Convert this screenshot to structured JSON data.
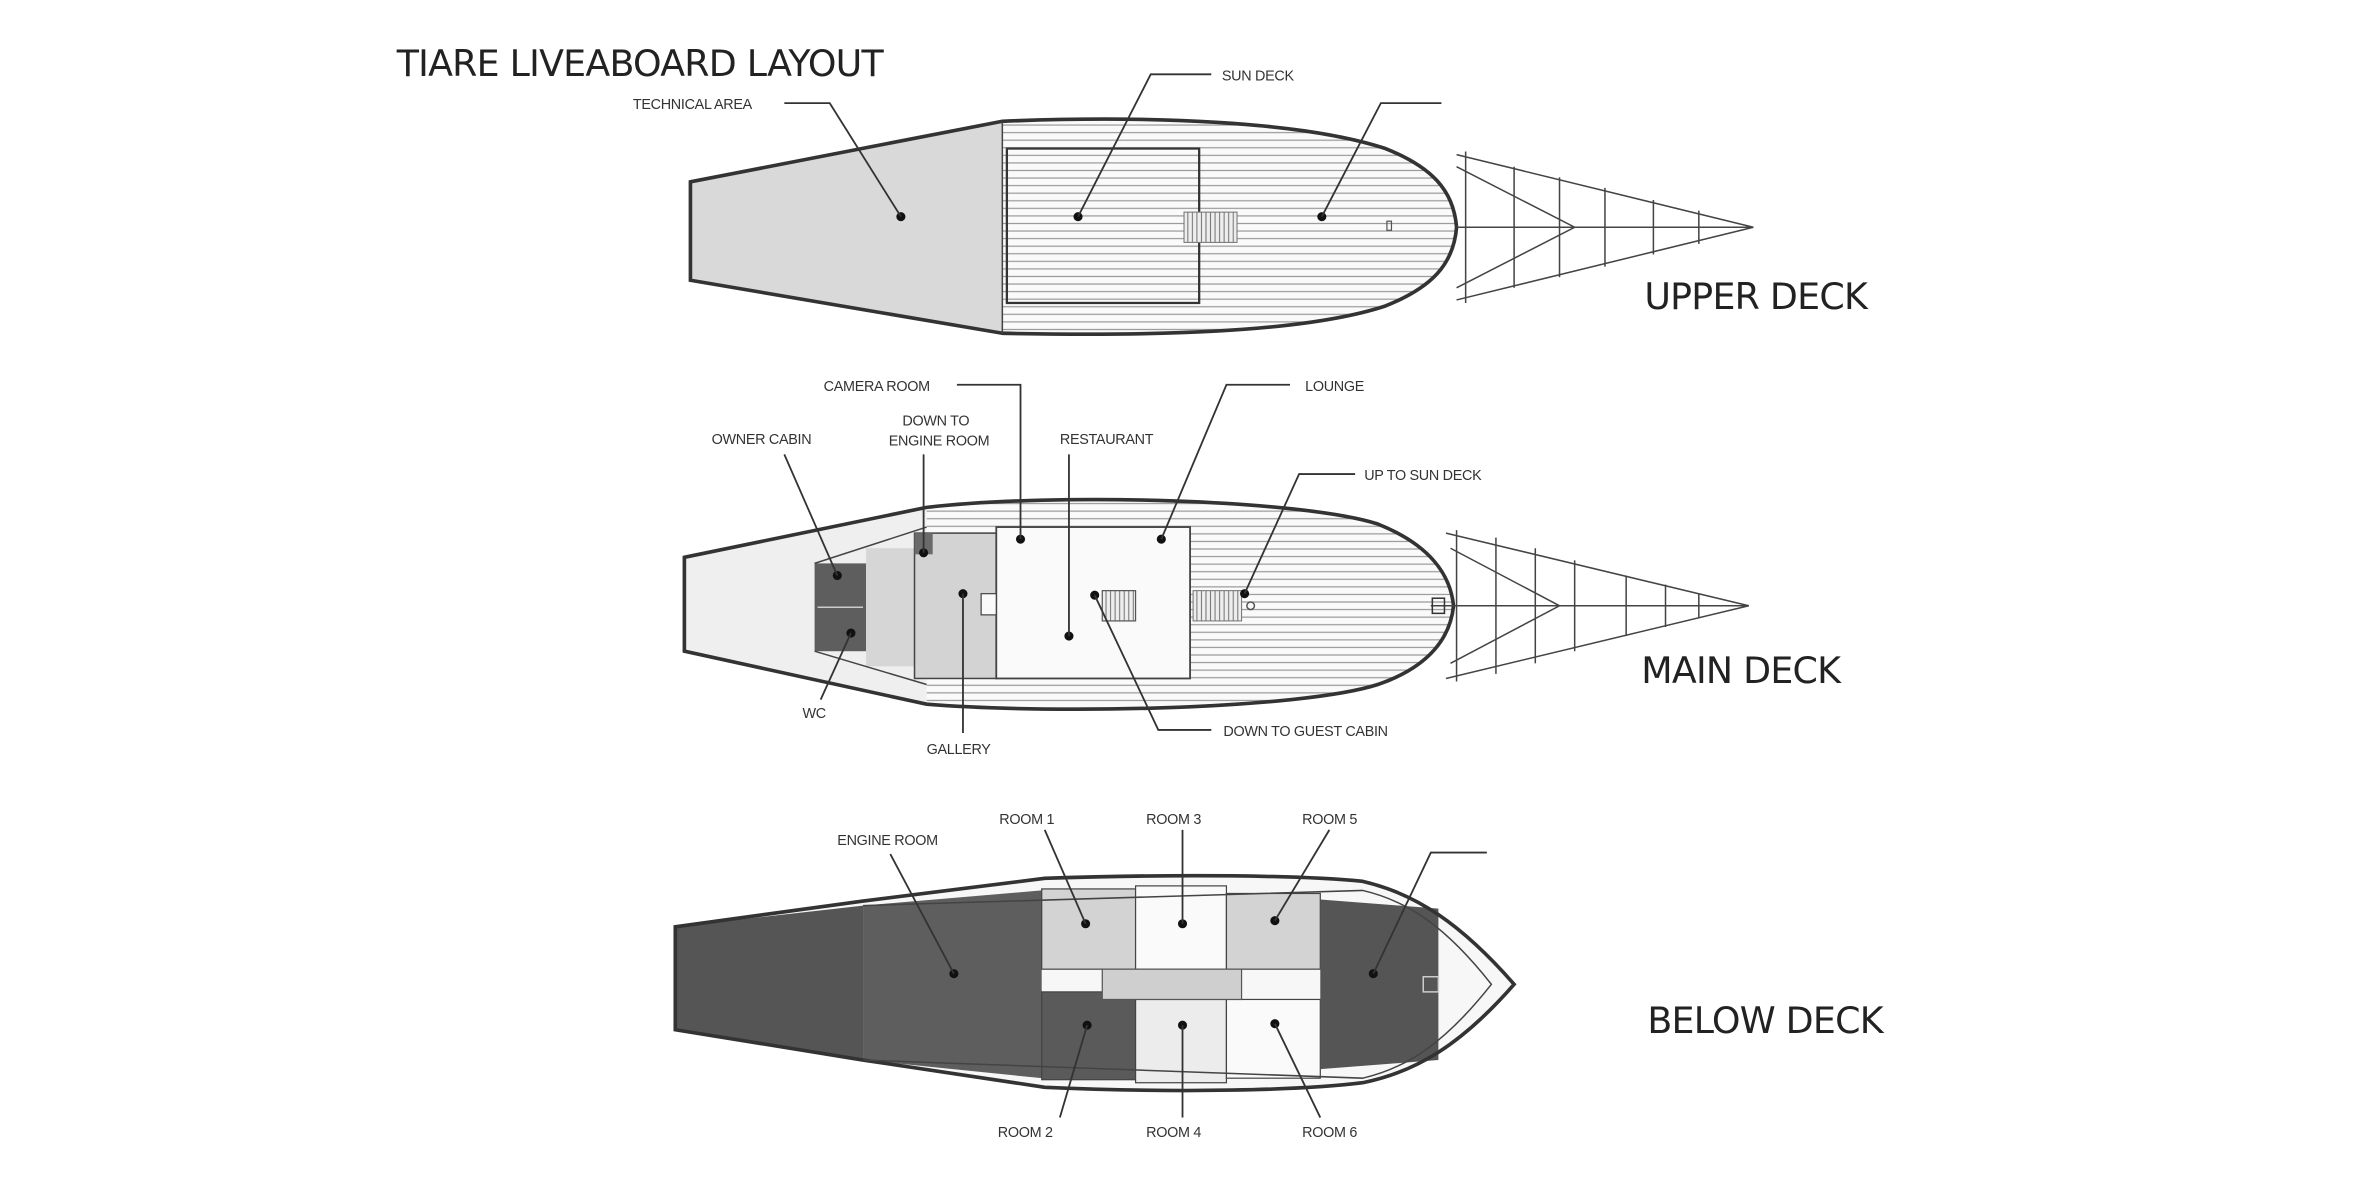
{
  "title": "TIARE LIVEABOARD LAYOUT",
  "upper_deck": {
    "name": "UPPER DECK",
    "labels": {
      "technical_area": "TECHNICAL AREA",
      "sun_deck": "SUN DECK"
    }
  },
  "main_deck": {
    "name": "MAIN DECK",
    "labels": {
      "camera_room": "CAMERA ROOM",
      "lounge": "LOUNGE",
      "down_to_engine_1": "DOWN TO",
      "down_to_engine_2": "ENGINE ROOM",
      "owner_cabin": "OWNER CABIN",
      "restaurant": "RESTAURANT",
      "up_to_sun_deck": "UP TO SUN DECK",
      "wc": "WC",
      "gallery": "GALLERY",
      "down_to_guest_cabin": "DOWN TO GUEST CABIN"
    }
  },
  "below_deck": {
    "name": "BELOW DECK",
    "labels": {
      "engine_room": "ENGINE ROOM",
      "room1": "ROOM 1",
      "room2": "ROOM 2",
      "room3": "ROOM 3",
      "room4": "ROOM 4",
      "room5": "ROOM 5",
      "room6": "ROOM 6"
    }
  },
  "colors": {
    "dark": "#5e5e5e",
    "mid": "#d6d6d6",
    "light": "#ececec",
    "line": "#333333"
  }
}
